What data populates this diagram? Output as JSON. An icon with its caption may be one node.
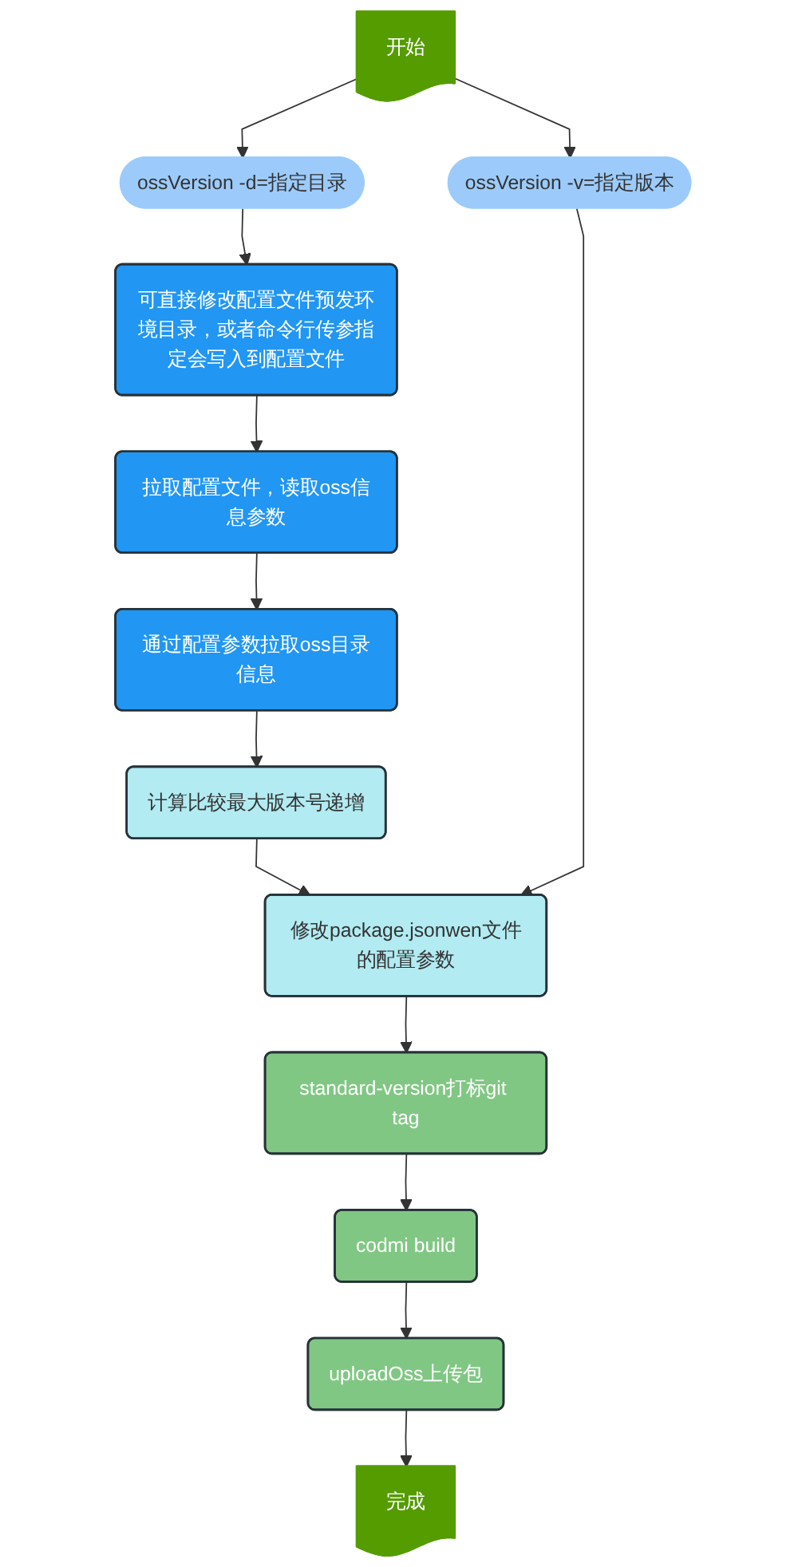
{
  "diagram": {
    "nodes": [
      {
        "text": [
          "开始"
        ]
      },
      {
        "text": [
          "ossVersion -d=指定目录"
        ]
      },
      {
        "text": [
          "ossVersion -v=指定版本"
        ]
      },
      {
        "text": [
          "可直接修改配置文件预发环境目录，或者命令行传参指定会写入到配置文件"
        ]
      },
      {
        "text": [
          "拉取配置文件，读取oss信息参数"
        ]
      },
      {
        "text": [
          "通过配置参数拉取oss目录信息"
        ]
      },
      {
        "text": [
          "计算比较最大版本号递增"
        ]
      },
      {
        "text": [
          "修改package.jsonwen文件的配置参数"
        ]
      },
      {
        "text": [
          "standard-version打标git tag"
        ]
      },
      {
        "text": [
          "codmi build"
        ]
      },
      {
        "text": [
          "uploadOss上传包"
        ]
      },
      {
        "text": [
          "完成"
        ]
      }
    ],
    "edges": [
      {
        "from": 0,
        "to": 1,
        "arrow": "to"
      },
      {
        "from": 0,
        "to": 2,
        "arrow": "to"
      },
      {
        "from": 1,
        "to": 3,
        "arrow": "to"
      },
      {
        "from": 3,
        "to": 4,
        "arrow": "to"
      },
      {
        "from": 4,
        "to": 5,
        "arrow": "to"
      },
      {
        "from": 5,
        "to": 6,
        "arrow": "to"
      },
      {
        "from": 6,
        "to": 7,
        "arrow": "to"
      },
      {
        "from": 2,
        "to": 7,
        "arrow": "to"
      },
      {
        "from": 7,
        "to": 8,
        "arrow": "to"
      },
      {
        "from": 8,
        "to": 9,
        "arrow": "to"
      },
      {
        "from": 9,
        "to": 10,
        "arrow": "to"
      },
      {
        "from": 10,
        "to": 11,
        "arrow": "to"
      }
    ]
  }
}
